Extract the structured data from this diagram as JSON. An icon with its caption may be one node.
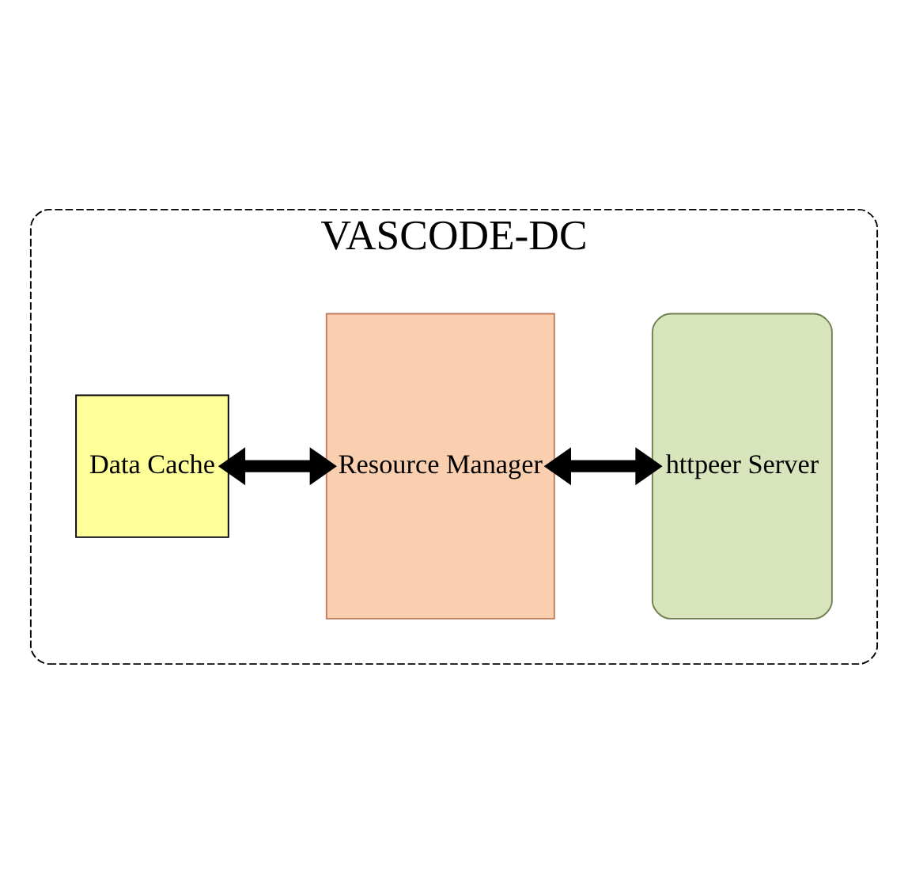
{
  "diagram": {
    "nodes": [
      {
        "text": [
          "VASCODE-DC"
        ]
      },
      {
        "text": [
          "Data Cache"
        ],
        "in": 0
      },
      {
        "text": [
          "Resource Manager"
        ],
        "in": 0
      },
      {
        "text": [
          "httpeer Server"
        ],
        "in": 0
      }
    ],
    "edges": [
      {
        "from": 1,
        "to": 2,
        "arrow": "both"
      },
      {
        "from": 2,
        "to": 3,
        "arrow": "both"
      }
    ]
  }
}
